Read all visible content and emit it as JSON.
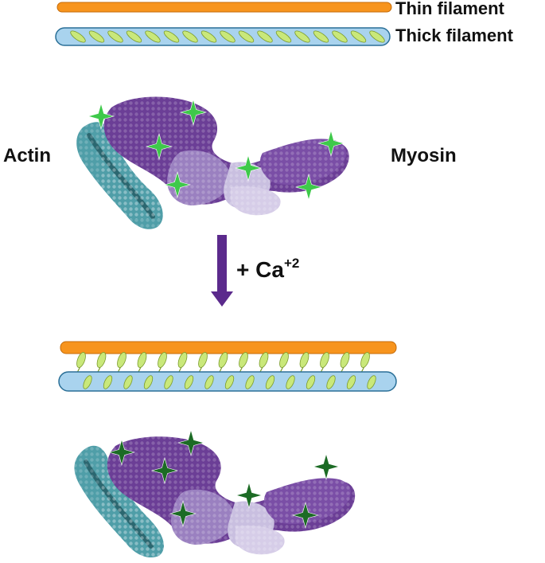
{
  "labels": {
    "thin_filament": "Thin filament",
    "thick_filament": "Thick filament",
    "actin": "Actin",
    "myosin": "Myosin",
    "calcium_prefix": "+ Ca",
    "calcium_charge": "+2"
  },
  "colors": {
    "thin_filament": "#f7941d",
    "thick_filament": "#a9d3ee",
    "myosin_head": "#c9e87a",
    "actin": "#4f9ea8",
    "myosin_dark": "#6b3e96",
    "myosin_light": "#c2b3d8",
    "star_bright": "#3ec94a",
    "star_dark": "#1c6b25",
    "arrow": "#5b2a8c"
  }
}
